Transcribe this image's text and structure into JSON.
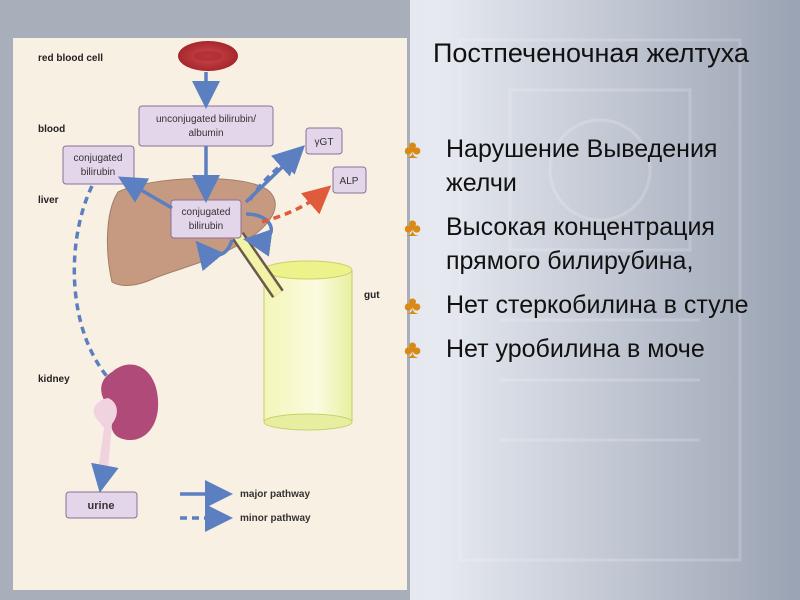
{
  "slide": {
    "title": "Постпеченочная желтуха",
    "bullets": [
      {
        "icon": "club-icon",
        "text": "Нарушение Выведения желчи"
      },
      {
        "icon": "club-icon",
        "text": "Высокая концентрация прямого билирубина,"
      },
      {
        "icon": "club-icon",
        "text": "Нет стеркобилина в стуле"
      },
      {
        "icon": "club-icon",
        "text": "Нет уробилина в моче"
      }
    ]
  },
  "diagram": {
    "side_labels": {
      "red_blood_cell": "red blood cell",
      "blood": "blood",
      "liver": "liver",
      "kidney": "kidney",
      "gut": "gut"
    },
    "boxes": {
      "unconjugated_line1": "unconjugated bilirubin/",
      "unconjugated_line2": "albumin",
      "conjugated_blood_line1": "conjugated",
      "conjugated_blood_line2": "bilirubin",
      "conjugated_liver_line1": "conjugated",
      "conjugated_liver_line2": "bilirubin",
      "ggt": "γGT",
      "alp": "ALP",
      "urine": "urine"
    },
    "legend": {
      "major": "major pathway",
      "minor": "minor pathway"
    },
    "colors": {
      "arrow": "#5b7fc0",
      "liver": "#c69a80",
      "kidney": "#b04a78",
      "box_fill": "#e4d6ea",
      "box_stroke": "#8a6f97",
      "red_arrow": "#e05a3c",
      "bullet": "#d88a14"
    }
  }
}
